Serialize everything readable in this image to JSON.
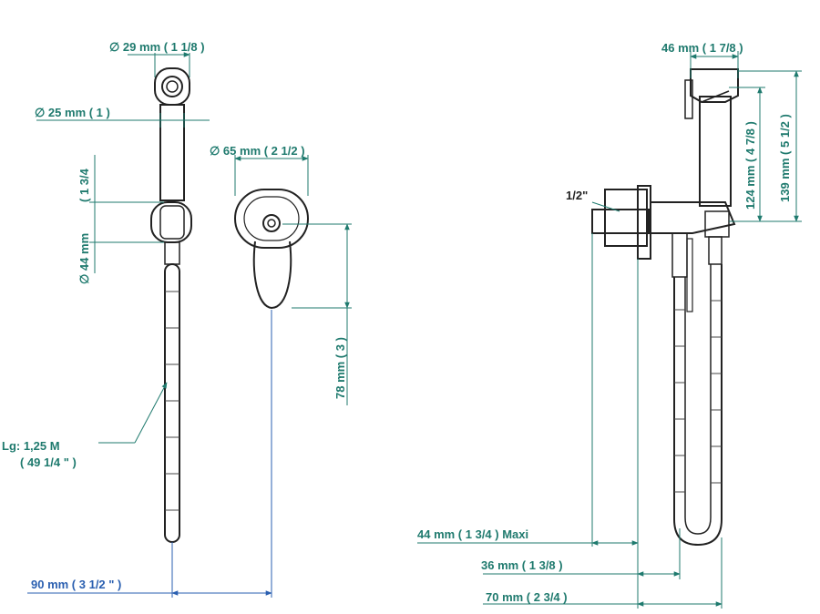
{
  "colors": {
    "dimension": "#1f7a6e",
    "dimension_alt": "#2a5fb0",
    "outline": "#222222"
  },
  "labels": {
    "d29": "∅  29 mm ( 1 1/8 )",
    "d25": "∅  25 mm ( 1 )",
    "d65": "∅  65 mm ( 2 1/2 )",
    "d44_inch": "( 1 3/4",
    "d44_mm": "∅  44 mm",
    "h78": "78 mm ( 3 )",
    "hose_len_1": "Lg: 1,25 M",
    "hose_len_2": "( 49 1/4 \" )",
    "w90": "90 mm ( 3 1/2 \" )",
    "w46": "46 mm ( 1 7/8 )",
    "h124": "124 mm ( 4 7/8 )",
    "h139": "139 mm ( 5 1/2 )",
    "thread": "1/2\"",
    "w44max": "44 mm ( 1 3/4 ) Maxi",
    "w36": "36 mm ( 1 3/8 )",
    "w70": "70 mm ( 2 3/4 )"
  }
}
